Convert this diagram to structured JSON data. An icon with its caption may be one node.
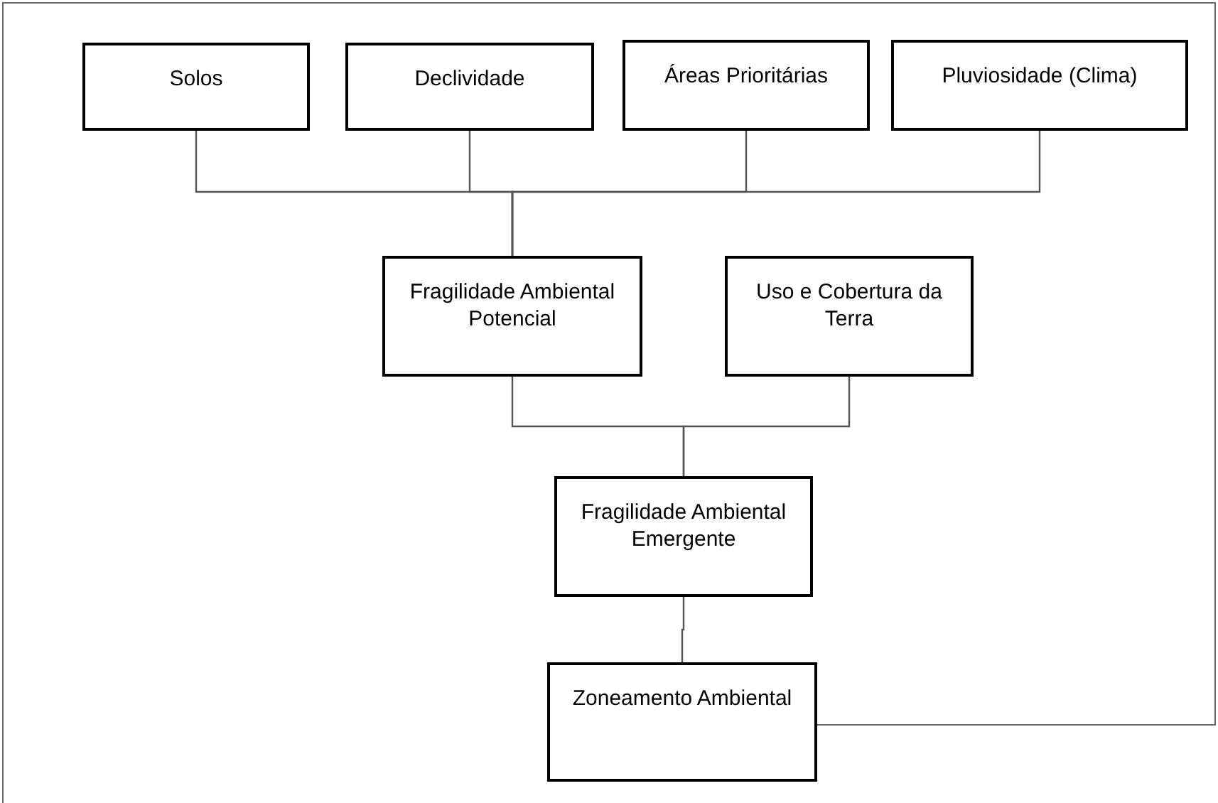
{
  "diagram": {
    "nodes": [
      {
        "text": [
          "Solos"
        ]
      },
      {
        "text": [
          "Declividade"
        ]
      },
      {
        "text": [
          "Áreas Prioritárias"
        ]
      },
      {
        "text": [
          "Pluviosidade (Clima)"
        ]
      },
      {
        "text": [
          "Fragilidade Ambiental Potencial"
        ]
      },
      {
        "text": [
          "Uso e Cobertura da Terra"
        ]
      },
      {
        "text": [
          "Fragilidade Ambiental Emergente"
        ]
      },
      {
        "text": [
          "Zoneamento Ambiental"
        ]
      }
    ],
    "edges": [
      {
        "from": 0,
        "to": 4,
        "arrow": "none"
      },
      {
        "from": 1,
        "to": 4,
        "arrow": "none"
      },
      {
        "from": 2,
        "to": 4,
        "arrow": "none"
      },
      {
        "from": 3,
        "to": 4,
        "arrow": "none"
      },
      {
        "from": 4,
        "to": 6,
        "arrow": "none"
      },
      {
        "from": 5,
        "to": 6,
        "arrow": "none"
      },
      {
        "from": 6,
        "to": 7,
        "arrow": "none"
      }
    ]
  }
}
